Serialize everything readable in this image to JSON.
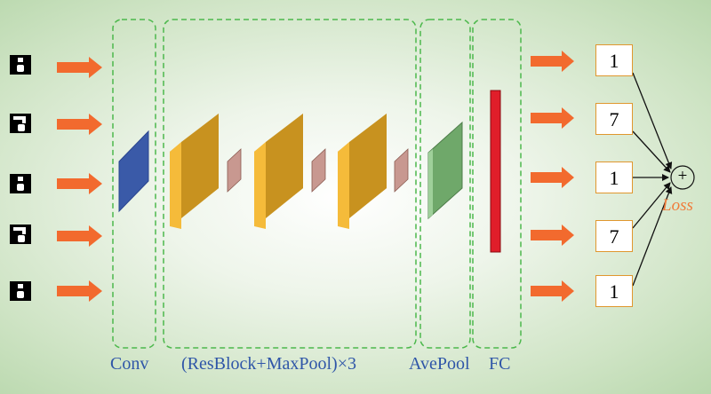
{
  "labels": {
    "conv": "Conv",
    "resblock": "(ResBlock+MaxPool)×3",
    "avepool": "AvePool",
    "fc": "FC",
    "loss": "Loss",
    "sum_symbol": "+"
  },
  "outputs": [
    "1",
    "7",
    "1",
    "7",
    "1"
  ],
  "input_digits": [
    "1",
    "7",
    "1",
    "7",
    "1"
  ],
  "colors": {
    "arrow": "#f26a2e",
    "dashed_box": "#4cb84c",
    "conv": "#3a5aa8",
    "resblock": "#e8a72c",
    "maxpool": "#d9a8a0",
    "avepool": "#6fa86a",
    "fc": "#e01e2a",
    "label_blue": "#2f56a8",
    "loss_orange": "#f07b3a"
  }
}
